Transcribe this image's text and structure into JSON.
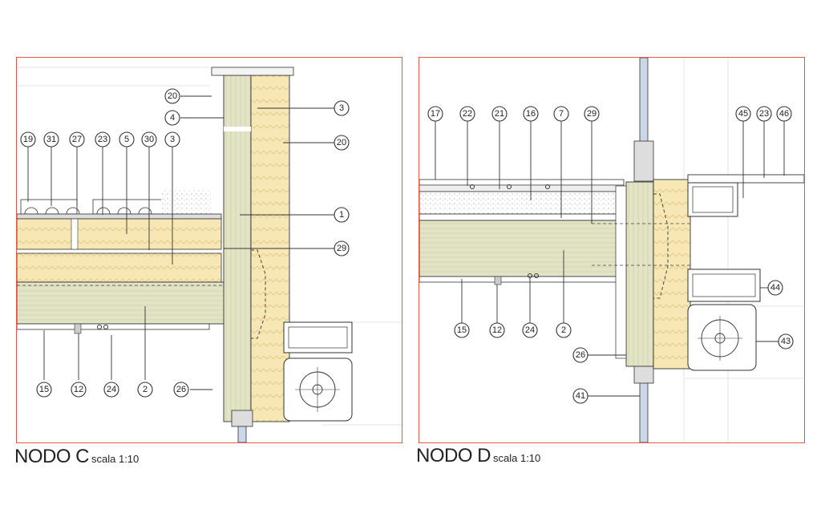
{
  "nodes": [
    {
      "id": "C",
      "title": "NODO C",
      "scale": "scala 1:10",
      "callouts": [
        "20",
        "4",
        "3",
        "20",
        "19",
        "31",
        "27",
        "23",
        "5",
        "30",
        "3",
        "1",
        "29",
        "15",
        "12",
        "24",
        "2",
        "26"
      ]
    },
    {
      "id": "D",
      "title": "NODO D",
      "scale": "scala 1:10",
      "callouts": [
        "17",
        "22",
        "21",
        "16",
        "7",
        "29",
        "45",
        "23",
        "46",
        "44",
        "43",
        "15",
        "12",
        "24",
        "2",
        "26",
        "41"
      ]
    }
  ],
  "colors": {
    "frame": "#e05a45",
    "timber": "#f7e7b4",
    "clt": "#e3e4c6",
    "line": "#333333"
  }
}
